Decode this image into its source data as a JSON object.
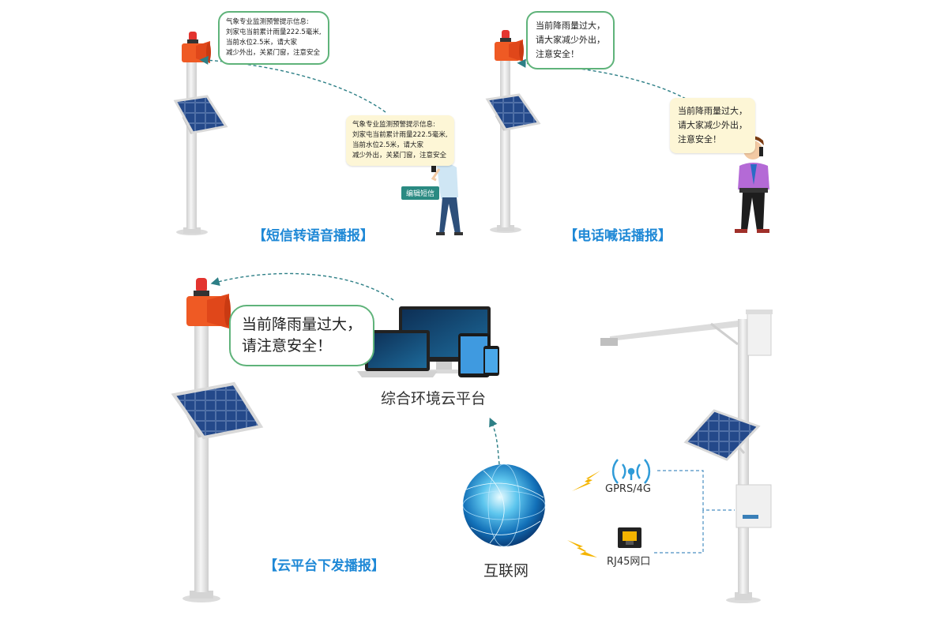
{
  "panel_sms": {
    "title": "【短信转语音播报】",
    "speaker_bubble": [
      "气象专业监测预警提示信息:",
      "刘家屯当前累计雨量222.5毫米,",
      "当前水位2.5米，请大家",
      "减少外出，关紧门窗，注意安全"
    ],
    "phone_bubble": [
      "气象专业监测预警提示信息:",
      "刘家屯当前累计雨量222.5毫米,",
      "当前水位2.5米，请大家",
      "减少外出，关紧门窗，注意安全"
    ],
    "edit_sms_label": "编辑短信"
  },
  "panel_phone": {
    "title": "【电话喊话播报】",
    "speaker_bubble": [
      "当前降雨量过大，",
      "请大家减少外出，",
      "注意安全！"
    ],
    "caller_bubble": [
      "当前降雨量过大，",
      "请大家减少外出，",
      "注意安全！"
    ]
  },
  "panel_cloud": {
    "title": "【云平台下发播报】",
    "speaker_bubble": [
      "当前降雨量过大，",
      "请注意安全！"
    ],
    "platform_label": "综合环境云平台",
    "internet_label": "互联网",
    "gprs_label": "GPRS/4G",
    "rj45_label": "RJ45网口"
  },
  "colors": {
    "title_blue": "#1e88d6",
    "arrow_teal": "#2d7f86",
    "bubble_green": "#5fb37a",
    "bubble_yellow": "#fdf6d6",
    "pole_gray": "#e6e6e6",
    "speaker_orange": "#ef5a24",
    "lightning_yellow": "#f4b400"
  }
}
